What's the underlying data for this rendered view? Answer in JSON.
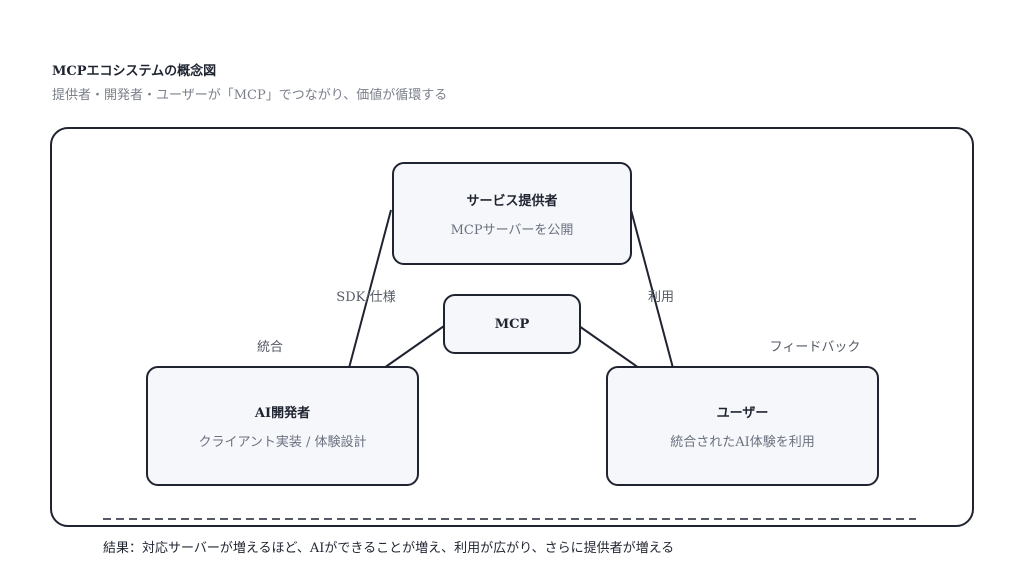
{
  "header": {
    "title": "MCPエコシステムの概念図",
    "subtitle": "提供者・開発者・ユーザーが「MCP」でつながり、価値が循環する"
  },
  "nodes": {
    "provider": {
      "title": "サービス提供者",
      "subtitle": "MCPサーバーを公開"
    },
    "mcp": {
      "title": "MCP"
    },
    "developer": {
      "title": "AI開発者",
      "subtitle": "クライアント実装 / 体験設計"
    },
    "user": {
      "title": "ユーザー",
      "subtitle": "統合されたAI体験を利用"
    }
  },
  "edges": {
    "sdk": "SDK/仕様",
    "use": "利用",
    "integrate": "統合",
    "feedback": "フィードバック"
  },
  "footer": {
    "note": "結果：対応サーバーが増えるほど、AIができることが増え、利用が広がり、さらに提供者が増える"
  }
}
